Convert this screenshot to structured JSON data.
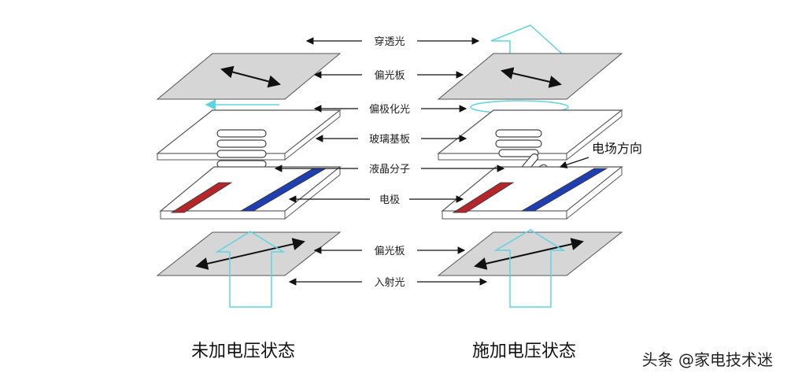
{
  "labels": {
    "transmitted_light": "穿透光",
    "polarizer_top": "偏光板",
    "polarized_light": "偏极化光",
    "glass_substrate": "玻璃基板",
    "liquid_crystal": "液晶分子",
    "electrode": "电极",
    "polarizer_bottom": "偏光板",
    "incident_light": "入射光",
    "field_direction": "电场方向"
  },
  "captions": {
    "left": "未加电压状态",
    "right": "施加电压状态"
  },
  "watermark": "头条 @家电技术迷",
  "colors": {
    "light": "#5fd3e0",
    "electrode_red": "#b5262a",
    "electrode_blue": "#1f3fb0",
    "plate_fill": "#d6d6d6",
    "substrate_fill": "#ffffff"
  }
}
